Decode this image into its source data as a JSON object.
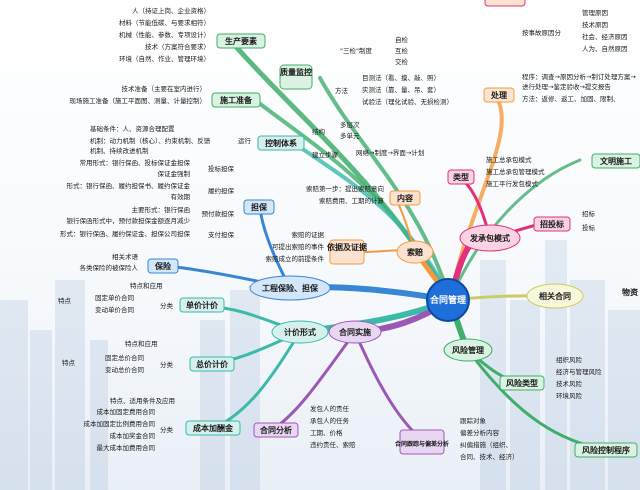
{
  "center": {
    "label": "合同管理"
  },
  "supply": {
    "title": "生产要素",
    "items": [
      "人（持证上岗、企业资格）",
      "材料（节能低碳、与要求相符）",
      "机械（性能、参数、专项设计）",
      "技术（方案符合要求）",
      "环境（自然、作业、管理环境）"
    ]
  },
  "prep": {
    "title": "施工准备",
    "items": [
      "技术准备（主要在室内进行）",
      "现场施工准备（施工平面图、测量、计量控制）"
    ]
  },
  "quality": {
    "title": "质量监控",
    "sanjian": "\"三检\"制度",
    "sanjian_items": [
      "自检",
      "互检",
      "交检"
    ],
    "method_label": "方法",
    "methods": [
      "目测法（看、摸、敲、照）",
      "实测法（靠、量、吊、套）",
      "试验法（理化试验、无损检测）"
    ]
  },
  "control": {
    "title": "控制体系",
    "running": "运行",
    "basic": "基础条件：人、资源合理配置",
    "mech1": "机制：动力机制（核心）、约束机制、反馈",
    "mech2": "机制、持续改进机制",
    "structure": "结构",
    "structure_items": [
      "多层次",
      "多单元"
    ],
    "steps_label": "建立步骤",
    "steps": "网络→制度→界面→计划"
  },
  "accident": {
    "title": "处理",
    "causes_label": "按事故原因分",
    "causes": [
      "管理原因",
      "技术原因",
      "社会、经济原因",
      "人为、自然原因"
    ],
    "process1": "程序：调查→原因分析→制订处理方案→",
    "process2": "进行处理→鉴定验收→提交报告",
    "methods": "方法：返修、返工、加固、限制、"
  },
  "contracting": {
    "mode": "发承包模式",
    "type": "类型",
    "types": [
      "施工总承包模式",
      "施工总承包管理模式",
      "施工平行发包模式"
    ],
    "bid": "招投标",
    "bid_items": [
      "招标",
      "投标"
    ],
    "civil": "文明施工"
  },
  "claim": {
    "title": "索赔",
    "content": "内容",
    "first1": "索赔第一步：提出索赔意向",
    "first2": "索赔费用、工期的计算",
    "basis": "依据及证据",
    "evidence1": "索赔的证据",
    "evidence2": "可提出索赔的事件",
    "evidence3": "索赔成立的前提条件"
  },
  "insurance": {
    "branch": "工程保险、担保",
    "guarantee": "担保",
    "insure": "保险",
    "insure_items": [
      "相关术语",
      "各类保险的被保险人"
    ],
    "forms": [
      {
        "label": "投标担保",
        "desc": "常用形式：银行保函、投标保证金担保"
      },
      {
        "label": "履约担保",
        "desc": "保证金强制"
      },
      {
        "label": "预付款担保",
        "desc": "形式：银行保函、履约担保书、履约保证金"
      },
      {
        "label": "支付担保",
        "desc": "有效期"
      }
    ],
    "extra1": "主要形式：银行保函",
    "extra2": "银行保函形式中，预付款担保金额逐月减少",
    "extra3": "形式：银行保函、履约保证金、担保公司担保"
  },
  "pricing": {
    "branch": "计价形式",
    "unit": "单价计价",
    "unit_feature": "特点",
    "unit_split": "分类",
    "unit_items": [
      "特点和应用",
      "固定单价合同",
      "变动单价合同"
    ],
    "total": "总价计价",
    "total_feature": "特点",
    "total_split": "分类",
    "total_items": [
      "特点和应用",
      "固定总价合同",
      "变动总价合同"
    ],
    "cost": "成本加酬金",
    "cost_split": "分类",
    "cost_items": [
      "特点、适用条件及应用",
      "成本加固定费用合同",
      "成本加固定比例费用合同",
      "成本加奖金合同",
      "最大成本加费用合同"
    ]
  },
  "implementation": {
    "branch": "合同实施",
    "analysis": "合同分析",
    "analysis_items": [
      "发包人的责任",
      "承包人的任务",
      "工期、价格",
      "违约责任、索赔"
    ],
    "tracking": "合同跟踪与偏差分析",
    "tracking_items": [
      "跟踪对象",
      "偏差分析内容",
      "纠偏措施（组织、",
      "合同、技术、经济）"
    ]
  },
  "risk": {
    "branch": "风险管理",
    "types": "风险类型",
    "type_items": [
      "组织风险",
      "经济与管理风险",
      "技术风险",
      "环境风险"
    ],
    "control": "风险控制程序"
  },
  "related": {
    "label": "相关合同",
    "other": "物资"
  },
  "colors": {
    "green": "#3fae6b",
    "teal": "#3bb9a9",
    "orange": "#f59a3c",
    "pink": "#e0317a",
    "purple": "#9b59b6",
    "blue": "#3a86d6",
    "center": "#1e6fd9",
    "peach": "#fde2cf"
  }
}
